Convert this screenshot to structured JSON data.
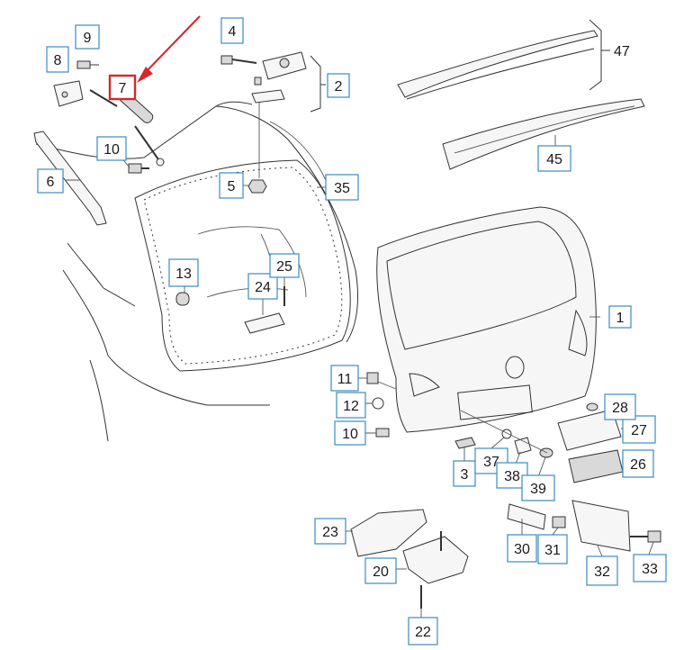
{
  "callouts": [
    {
      "id": "c1",
      "text": "1"
    },
    {
      "id": "c2",
      "text": "2"
    },
    {
      "id": "c3",
      "text": "3"
    },
    {
      "id": "c4",
      "text": "4"
    },
    {
      "id": "c5",
      "text": "5"
    },
    {
      "id": "c6",
      "text": "6"
    },
    {
      "id": "c7",
      "text": "7"
    },
    {
      "id": "c8",
      "text": "8"
    },
    {
      "id": "c9",
      "text": "9"
    },
    {
      "id": "c10a",
      "text": "10"
    },
    {
      "id": "c10b",
      "text": "10"
    },
    {
      "id": "c11",
      "text": "11"
    },
    {
      "id": "c12",
      "text": "12"
    },
    {
      "id": "c13",
      "text": "13"
    },
    {
      "id": "c20",
      "text": "20"
    },
    {
      "id": "c22",
      "text": "22"
    },
    {
      "id": "c23",
      "text": "23"
    },
    {
      "id": "c24",
      "text": "24"
    },
    {
      "id": "c25",
      "text": "25"
    },
    {
      "id": "c26",
      "text": "26"
    },
    {
      "id": "c27",
      "text": "27"
    },
    {
      "id": "c28",
      "text": "28"
    },
    {
      "id": "c30",
      "text": "30"
    },
    {
      "id": "c31",
      "text": "31"
    },
    {
      "id": "c32",
      "text": "32"
    },
    {
      "id": "c33",
      "text": "33"
    },
    {
      "id": "c35",
      "text": "35"
    },
    {
      "id": "c37",
      "text": "37"
    },
    {
      "id": "c38",
      "text": "38"
    },
    {
      "id": "c39",
      "text": "39"
    },
    {
      "id": "c45",
      "text": "45"
    }
  ],
  "bracket_label": "47",
  "highlighted_callout": "7",
  "colors": {
    "callout_border": "#3b8bbf",
    "highlight": "#d62828",
    "line": "#333333"
  }
}
